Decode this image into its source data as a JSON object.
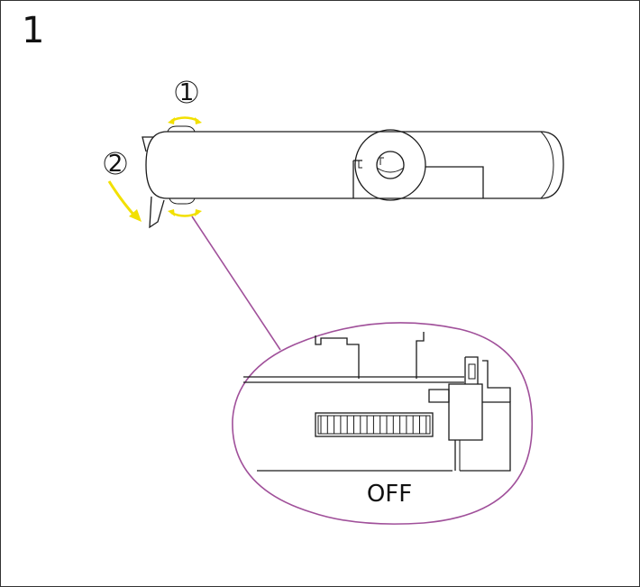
{
  "step_number": "1",
  "callouts": [
    "1",
    "2"
  ],
  "zoom_label": "OFF",
  "colors": {
    "arrow": "#f2e000",
    "zoom_outline": "#a0509a",
    "line": "#1a1a1a"
  },
  "icons": [
    "circled-1-icon",
    "circled-2-icon",
    "rotate-arrow-icon",
    "down-arrow-icon"
  ]
}
